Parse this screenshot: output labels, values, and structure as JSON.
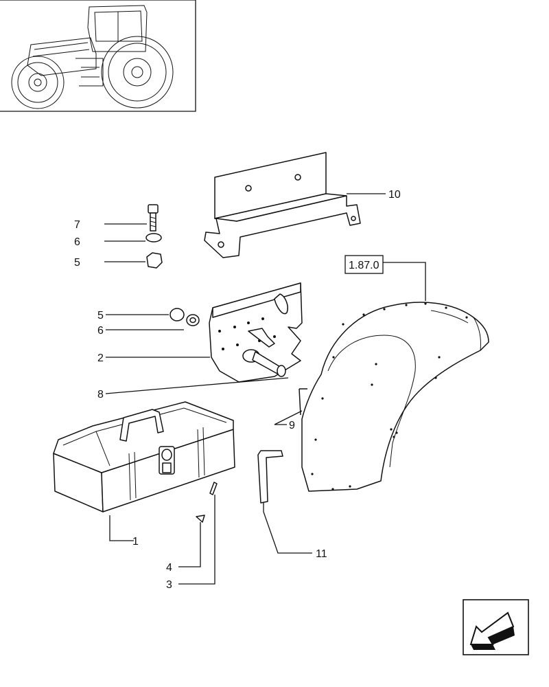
{
  "diagram": {
    "callouts": [
      {
        "id": "c10",
        "label": "10"
      },
      {
        "id": "c7",
        "label": "7"
      },
      {
        "id": "c6a",
        "label": "6"
      },
      {
        "id": "c5a",
        "label": "5"
      },
      {
        "id": "c5b",
        "label": "5"
      },
      {
        "id": "c6b",
        "label": "6"
      },
      {
        "id": "c2",
        "label": "2"
      },
      {
        "id": "c8",
        "label": "8"
      },
      {
        "id": "c9",
        "label": "9"
      },
      {
        "id": "c1",
        "label": "1"
      },
      {
        "id": "c4",
        "label": "4"
      },
      {
        "id": "c3",
        "label": "3"
      },
      {
        "id": "c11",
        "label": "11"
      }
    ],
    "reference_box": "1.87.0"
  },
  "icons": {
    "thumbnail": "tractor-icon",
    "nav": "arrow-down-left-icon"
  }
}
